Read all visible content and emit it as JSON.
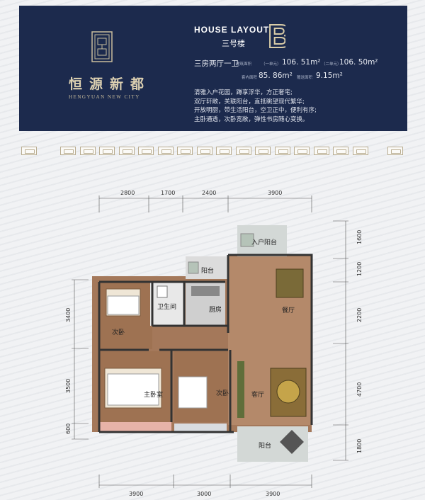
{
  "banner": {
    "brand_cn": "恒源新都",
    "brand_en": "HENGYUAN NEW CITY",
    "title": "HOUSE LAYOUT",
    "building": "三号楼",
    "letter": "B",
    "layout_type": "三房两厅一卫",
    "built_area_label": "建筑面积",
    "unit1_label": "（一单元）",
    "unit1_value": "106. 51m²",
    "unit2_label": "（二单元）",
    "unit2_value": "106. 50m²",
    "inner_area_label": "套内面积",
    "inner_area_value": "85. 86m²",
    "gift_area_label": "赠送面积",
    "gift_area_value": "9.15m²",
    "description": [
      "清雅入户花园，蹲享浮华，方正奢宅;",
      "双厅轩敞，关联阳台，直抵眺望现代繁华;",
      "开放明厨，带生活阳台，空卫正中，便利有序;",
      "主卧通透，次卧宽敞，弹性书房随心变换。"
    ],
    "colors": {
      "navy": "#1c2a4d",
      "gold": "#dcd0b1"
    }
  },
  "plan": {
    "dims_top": [
      "2800",
      "1700",
      "2400",
      "3900"
    ],
    "dims_bottom": [
      "3900",
      "3000",
      "3900"
    ],
    "dims_left": [
      "3400",
      "3500",
      "600"
    ],
    "dims_right": [
      "1600",
      "1200",
      "2200",
      "4700",
      "1800"
    ],
    "rooms": {
      "entry_balcony": "入户阳台",
      "balcony_top": "阳台",
      "bathroom": "卫生间",
      "kitchen": "厨房",
      "dining": "餐厅",
      "second_bedroom_top": "次卧",
      "master_bedroom": "主卧室",
      "second_bedroom_mid": "次卧",
      "living": "客厅",
      "balcony_bottom": "阳台"
    }
  }
}
